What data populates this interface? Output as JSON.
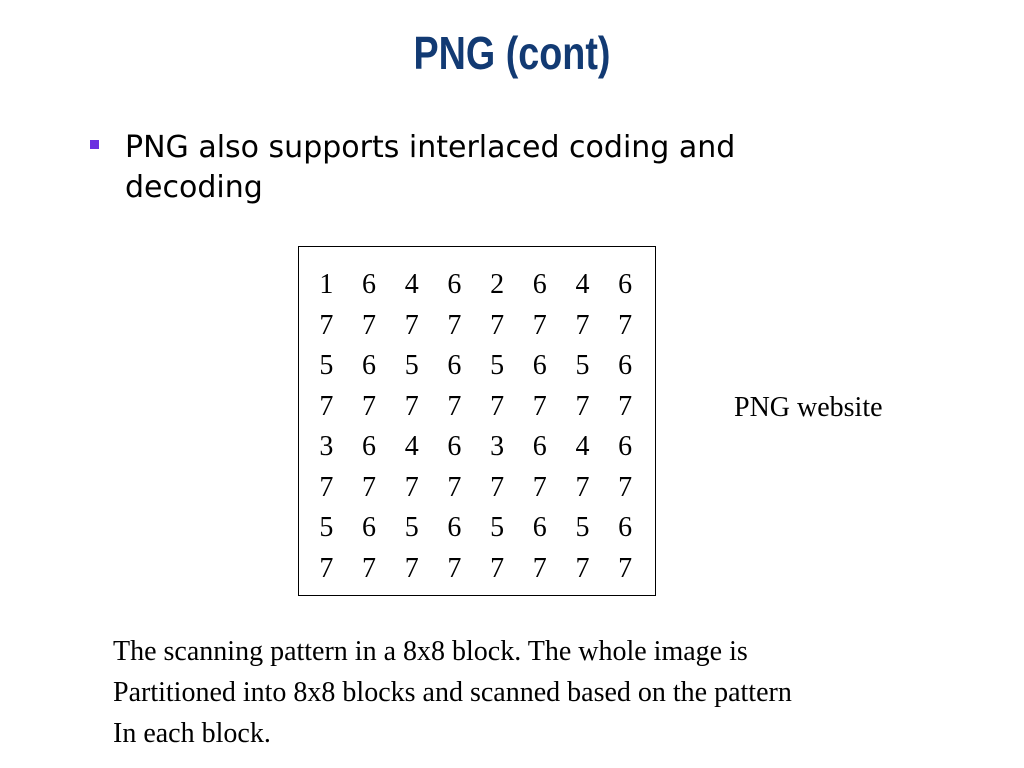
{
  "slide": {
    "title": "PNG (cont)",
    "bullets": [
      {
        "text_line_1": "PNG also supports interlaced coding and",
        "text_line_2": "decoding"
      }
    ],
    "grid_rows": [
      [
        "1",
        "6",
        "4",
        "6",
        "2",
        "6",
        "4",
        "6"
      ],
      [
        "7",
        "7",
        "7",
        "7",
        "7",
        "7",
        "7",
        "7"
      ],
      [
        "5",
        "6",
        "5",
        "6",
        "5",
        "6",
        "5",
        "6"
      ],
      [
        "7",
        "7",
        "7",
        "7",
        "7",
        "7",
        "7",
        "7"
      ],
      [
        "3",
        "6",
        "4",
        "6",
        "3",
        "6",
        "4",
        "6"
      ],
      [
        "7",
        "7",
        "7",
        "7",
        "7",
        "7",
        "7",
        "7"
      ],
      [
        "5",
        "6",
        "5",
        "6",
        "5",
        "6",
        "5",
        "6"
      ],
      [
        "7",
        "7",
        "7",
        "7",
        "7",
        "7",
        "7",
        "7"
      ]
    ],
    "side_label": "PNG website",
    "caption_lines": [
      "The scanning pattern in a 8x8 block. The whole image is",
      "Partitioned into 8x8 blocks and scanned based on the pattern",
      "In each block."
    ]
  },
  "colors": {
    "title": "#123a73",
    "bullet": "#6b2fe0",
    "text": "#000000",
    "background": "#ffffff"
  }
}
